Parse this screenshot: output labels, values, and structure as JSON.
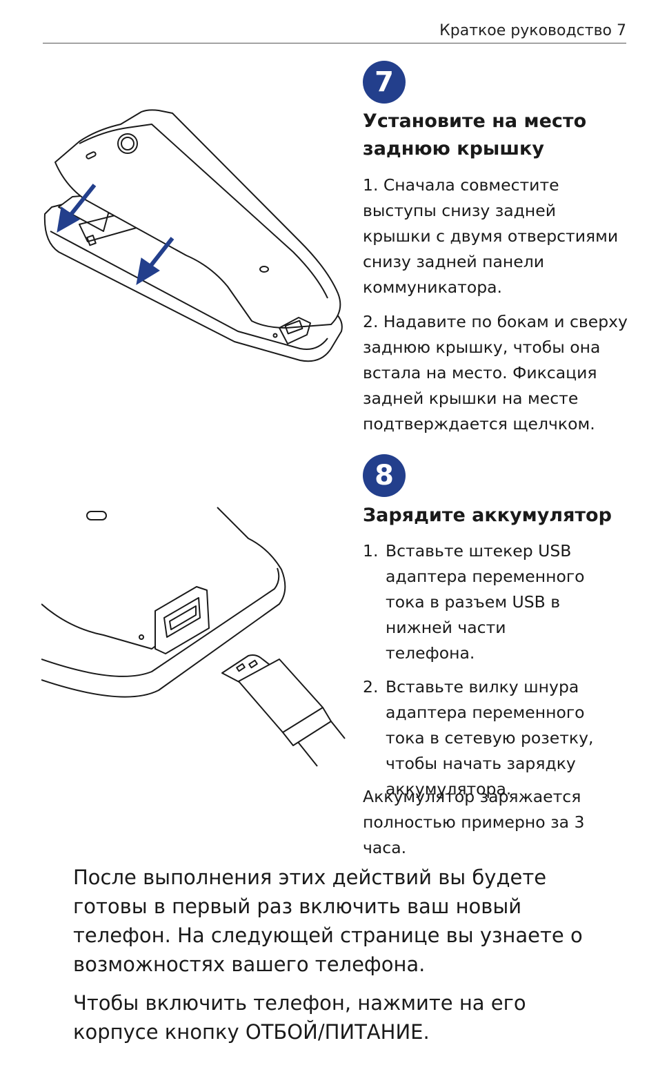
{
  "header": {
    "title": "Краткое руководство  7"
  },
  "step7": {
    "number": "7",
    "title": "Установите на место заднюю крышку",
    "para1": "1. Сначала совместите выступы снизу задней крышки с двумя отверстиями снизу задней панели коммуникатора.",
    "para2": "2. Надавите по бокам и сверху заднюю крышку, чтобы она встала на место. Фиксация задней крышки на месте подтверждается щелчком."
  },
  "step8": {
    "number": "8",
    "title": "Зарядите аккумулятор",
    "items": [
      {
        "n": "1.",
        "text": "Вставьте штекер USB адаптера переменного тока в разъем USB в нижней части телефона."
      },
      {
        "n": "2.",
        "text": "Вставьте вилку шнура адаптера переменного тока в сетевую розетку, чтобы начать зарядку аккумулятора."
      }
    ],
    "note": "Аккумулятор заряжается полностью примерно за 3 часа."
  },
  "footer": {
    "para1": "После выполнения этих действий вы будете готовы в первый раз включить ваш новый телефон. На следующей странице вы узнаете о возможностях вашего телефона.",
    "para2": "Чтобы включить телефон, нажмите на его корпусе кнопку ОТБОЙ/ПИТАНИЕ."
  },
  "colors": {
    "accent": "#233f8c",
    "text": "#1a1a1a"
  }
}
